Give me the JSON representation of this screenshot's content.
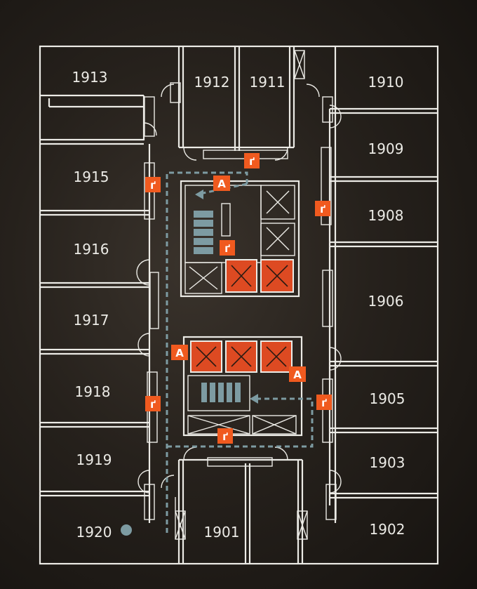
{
  "rooms": [
    {
      "number": "1913"
    },
    {
      "number": "1912"
    },
    {
      "number": "1911"
    },
    {
      "number": "1910"
    },
    {
      "number": "1909"
    },
    {
      "number": "1908"
    },
    {
      "number": "1906"
    },
    {
      "number": "1905"
    },
    {
      "number": "1903"
    },
    {
      "number": "1902"
    },
    {
      "number": "1901"
    },
    {
      "number": "1920"
    },
    {
      "number": "1919"
    },
    {
      "number": "1918"
    },
    {
      "number": "1917"
    },
    {
      "number": "1916"
    },
    {
      "number": "1915"
    }
  ],
  "assembly_markers": [
    "A",
    "A",
    "A"
  ],
  "icons": {
    "extinguisher": "fire-extinguisher-icon",
    "assembly": "assembly-point-icon",
    "you_are_here": "you-are-here-dot-icon"
  },
  "colors": {
    "background": "#26211c",
    "lines": "#ecebe6",
    "marker": "#f05a1f",
    "elevator_fill": "#dd4a22",
    "route": "#7d9ba2"
  }
}
